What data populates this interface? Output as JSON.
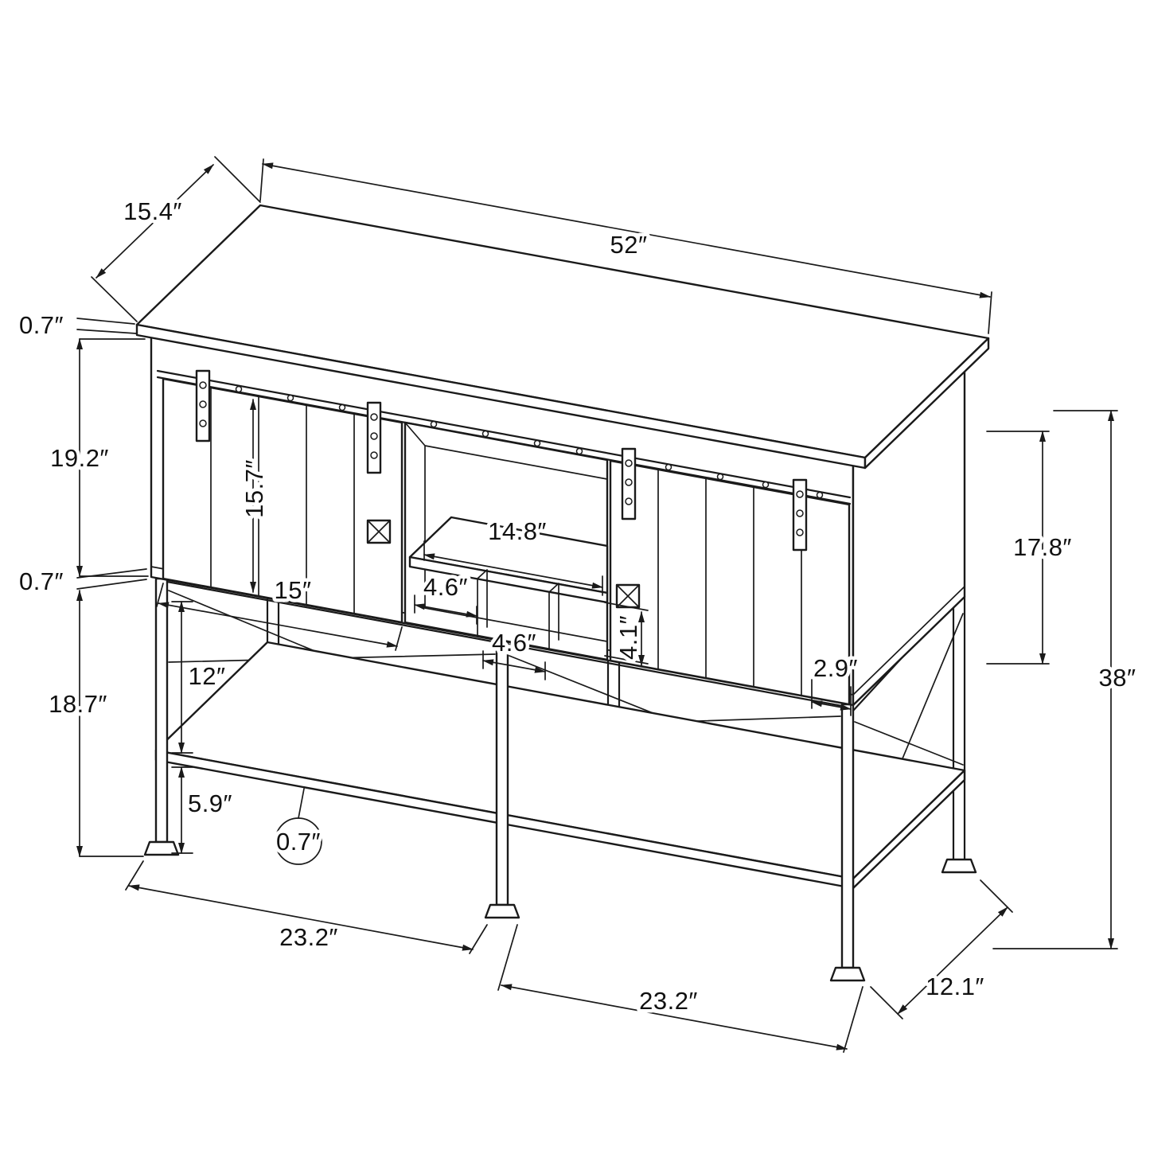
{
  "diagram": {
    "background": "#ffffff",
    "line_color": "#1a1a1a",
    "dims": {
      "top_depth": "15.4″",
      "top_width": "52″",
      "top_thickness": "0.7″",
      "upper_height": "19.2″",
      "door_height": "15.7″",
      "bottom_thickness": "0.7″",
      "door_width": "15″",
      "opening_width": "14.8″",
      "cubby_width_a": "4.6″",
      "cubby_width_b": "4.6″",
      "cubby_height": "4.1″",
      "cabinet_to_shelf": "12″",
      "base_height": "18.7″",
      "shelf_clearance": "5.9″",
      "shelf_thickness": "0.7″",
      "leg_span_left": "23.2″",
      "leg_span_right": "23.2″",
      "base_depth": "12.1″",
      "edge_gap": "2.9″",
      "case_height": "17.8″",
      "overall_height": "38″"
    }
  }
}
